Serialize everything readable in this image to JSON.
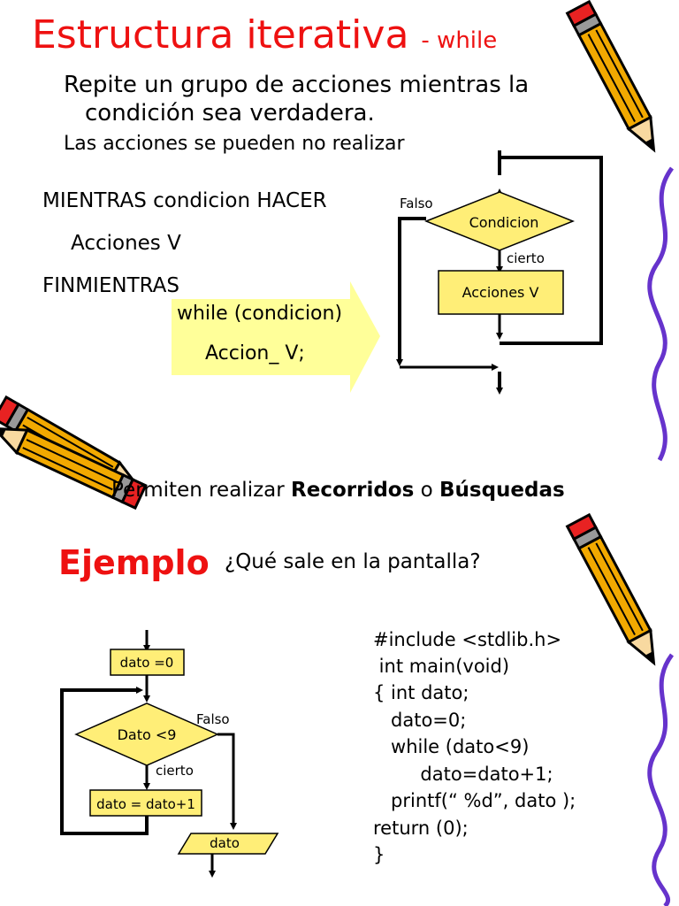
{
  "title": {
    "main": "Estructura iterativa",
    "suffix": "- while"
  },
  "description": {
    "line1": "Repite un grupo de acciones mientras la",
    "line2": "condición sea verdadera.",
    "line3": "Las acciones se pueden no realizar"
  },
  "pseudocode": {
    "line1": "MIENTRAS condicion HACER",
    "line2": "Acciones V",
    "line3": "FINMIENTRAS"
  },
  "c_syntax": {
    "line1": "while (condicion)",
    "line2": "Accion_ V;"
  },
  "flow1": {
    "false_label": "Falso",
    "condition": "Condicion",
    "true_label": "cierto",
    "action": "Acciones V"
  },
  "permiten": {
    "prefix": "Permiten realizar",
    "bold1": "Recorridos",
    "conj": "o",
    "bold2": "Búsquedas"
  },
  "example": {
    "heading": "Ejemplo",
    "question": "¿Qué sale en la pantalla?"
  },
  "flow2": {
    "init": "dato =0",
    "condition": "Dato <9",
    "false_label": "Falso",
    "true_label": "cierto",
    "action": "dato = dato+1",
    "output": "dato"
  },
  "code": [
    "#include <stdlib.h>",
    " int main(void)",
    "{ int dato;",
    "   dato=0;",
    "   while (dato<9)",
    "        dato=dato+1;",
    "   printf(“ %d”, dato );",
    "return (0);",
    "}"
  ],
  "colors": {
    "title": "#ee1111",
    "box_fill": "#ffee77",
    "arrow_fill": "#ffff99",
    "pencil_body": "#f2a900",
    "wave_line": "#6633cc"
  },
  "icons": [
    "pencil-icon",
    "crossed-pencils-icon"
  ]
}
